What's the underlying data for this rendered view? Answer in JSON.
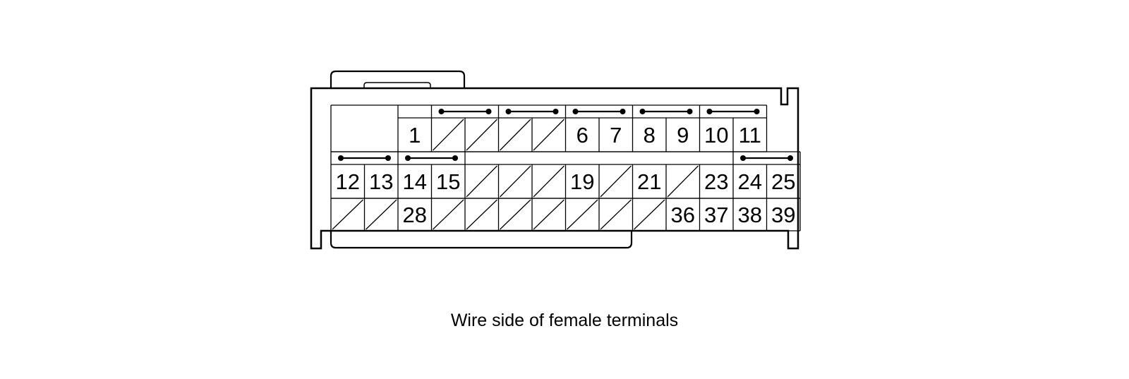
{
  "caption": "Wire side of female terminals",
  "colors": {
    "line": "#000000",
    "background": "#ffffff"
  },
  "connector": {
    "rows": [
      {
        "cells": [
          "",
          "",
          "1",
          "/",
          "/",
          "/",
          "/",
          "6",
          "7",
          "8",
          "9",
          "10",
          "11"
        ],
        "blank_span": [
          0,
          1
        ],
        "jumpers": [
          [
            3,
            4
          ],
          [
            5,
            6
          ],
          [
            7,
            8
          ],
          [
            9,
            10
          ],
          [
            11,
            12
          ]
        ]
      },
      {
        "cells": [
          "12",
          "13",
          "14",
          "15",
          "/",
          "/",
          "/",
          "19",
          "/",
          "21",
          "/",
          "23",
          "24",
          "25"
        ],
        "jumpers": [
          [
            0,
            1
          ],
          [
            2,
            3
          ],
          [
            12,
            13
          ]
        ]
      },
      {
        "cells": [
          "/",
          "/",
          "28",
          "/",
          "/",
          "/",
          "/",
          "/",
          "/",
          "/",
          "36",
          "37",
          "38",
          "39"
        ],
        "jumpers": []
      }
    ]
  }
}
